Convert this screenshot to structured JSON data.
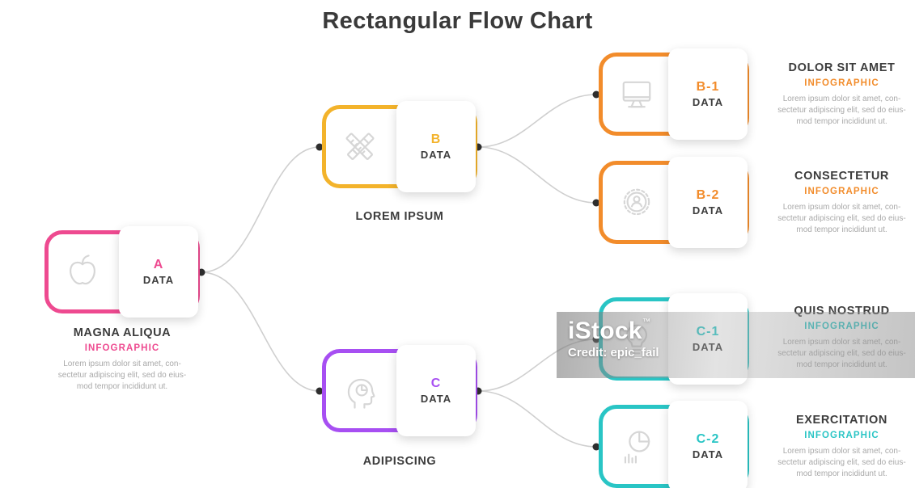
{
  "title": "Rectangular Flow Chart",
  "watermark": {
    "brand": "iStock",
    "tm": "™",
    "credit": "Credit: epic_fail"
  },
  "shared": {
    "lorem": "Lorem ipsum dolor sit amet, con-\nsectetur adipiscing elit, sed do eius-\nmod tempor incididunt ut."
  },
  "nodes": {
    "a": {
      "letter": "A",
      "data_label": "DATA",
      "heading": "MAGNA ALIQUA",
      "tag": "INFOGRAPHIC",
      "icon": "apple-icon",
      "color": "#ee4a90"
    },
    "b": {
      "letter": "B",
      "data_label": "DATA",
      "heading": "LOREM IPSUM",
      "icon": "pencil-ruler-icon",
      "color": "#f3b32b"
    },
    "c": {
      "letter": "C",
      "data_label": "DATA",
      "heading": "ADIPISCING",
      "icon": "head-idea-icon",
      "color": "#a74ff2"
    },
    "b1": {
      "letter": "B-1",
      "data_label": "DATA",
      "heading": "DOLOR SIT AMET",
      "tag": "INFOGRAPHIC",
      "icon": "monitor-icon",
      "color": "#f28c2b"
    },
    "b2": {
      "letter": "B-2",
      "data_label": "DATA",
      "heading": "CONSECTETUR",
      "tag": "INFOGRAPHIC",
      "icon": "badge-person-icon",
      "color": "#f28c2b"
    },
    "c1": {
      "letter": "C-1",
      "data_label": "DATA",
      "heading": "QUIS NOSTRUD",
      "tag": "INFOGRAPHIC",
      "icon": "bulb-icon",
      "color": "#29c5c5"
    },
    "c2": {
      "letter": "C-2",
      "data_label": "DATA",
      "heading": "EXERCITATION",
      "tag": "INFOGRAPHIC",
      "icon": "pie-chart-icon",
      "color": "#29c5c5"
    }
  },
  "connector_color": "#cfcfcf",
  "dot_color": "#2e2e2e"
}
